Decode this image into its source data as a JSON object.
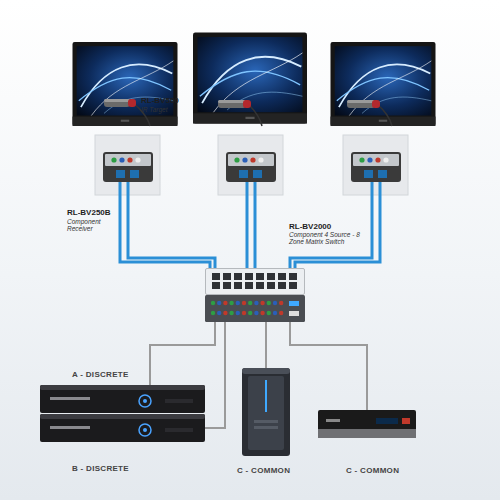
{
  "diagram": {
    "nodes": [
      {
        "text": [
          "RL-BV500",
          "IR Target"
        ]
      },
      {
        "text": [
          "RL-BV250B",
          "Component Receiver"
        ]
      },
      {
        "text": [
          "RL-BV2000",
          "Component 4 Source - 8 Zone Matrix Switch"
        ]
      },
      {
        "text": [
          "A - DISCRETE"
        ]
      },
      {
        "text": [
          "B - DISCRETE"
        ]
      },
      {
        "text": [
          "C - COMMON"
        ]
      },
      {
        "text": [
          "C - COMMON"
        ]
      }
    ],
    "edges": [
      {
        "from": 1,
        "to": 2,
        "arrow": "none"
      },
      {
        "from": 3,
        "to": 2,
        "arrow": "none"
      },
      {
        "from": 4,
        "to": 2,
        "arrow": "none"
      },
      {
        "from": 5,
        "to": 2,
        "arrow": "none"
      },
      {
        "from": 6,
        "to": 2,
        "arrow": "none"
      }
    ]
  }
}
